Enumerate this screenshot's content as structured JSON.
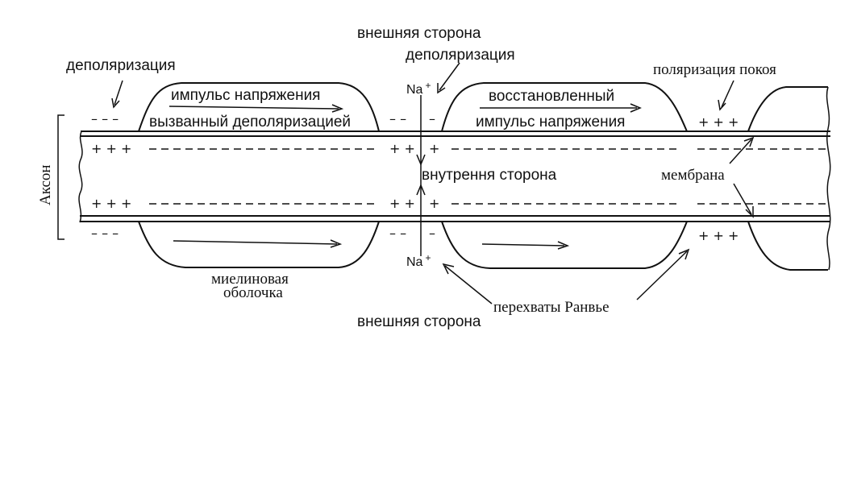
{
  "labels": {
    "outer_side_top": "внешняя сторона",
    "depolarization_left": "деполяризация",
    "depolarization_center": "деполяризация",
    "resting_polarization": "поляризация покоя",
    "impulse_voltage": "импульс напряжения",
    "evoked_by_depolarization": "вызванный деполяризацией",
    "restored": "восстановленный",
    "impulse_voltage_2": "импульс напряжения",
    "inner_side": "внутрення сторона",
    "membrane": "мембрана",
    "axon": "Аксон",
    "myelin_sheath_line1": "миелиновая",
    "myelin_sheath_line2": "оболочка",
    "nodes_of_ranvier": "перехваты Ранвье",
    "outer_side_bottom": "внешняя сторона",
    "na_top": "Na",
    "na_top_charge": "+",
    "na_bottom": "Na",
    "na_bottom_charge": "+"
  },
  "charges": {
    "plus3": "+ + +",
    "plus2": "+ +",
    "plus1": "+",
    "minus3": "– – –",
    "minus2": "– –",
    "minus1": "–"
  },
  "colors": {
    "ink": "#111111",
    "background": "#ffffff"
  }
}
